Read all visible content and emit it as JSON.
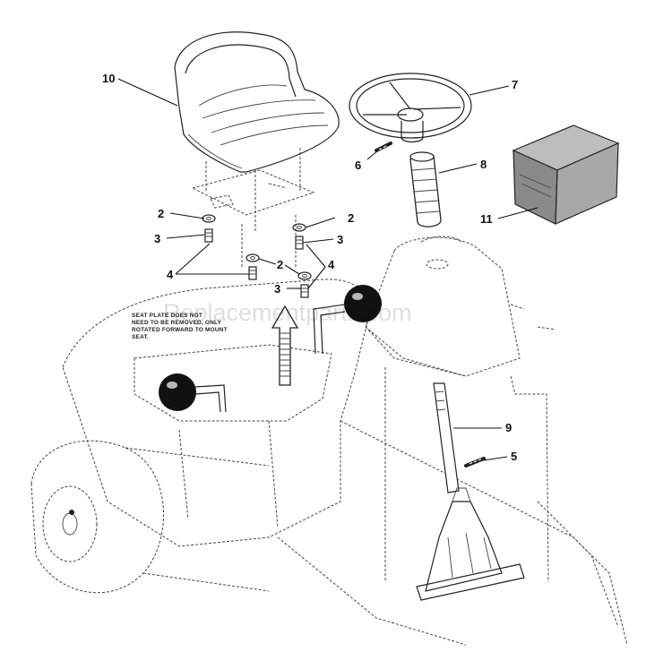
{
  "callouts": {
    "c10": "10",
    "c7": "7",
    "c6": "6",
    "c8": "8",
    "c11": "11",
    "c2a": "2",
    "c2b": "2",
    "c2c": "2",
    "c3a": "3",
    "c3b": "3",
    "c3c": "3",
    "c4a": "4",
    "c4b": "4",
    "c9": "9",
    "c5": "5"
  },
  "note": {
    "line1": "SEAT PLATE DOES NOT",
    "line2": "NEED TO BE REMOVED, ONLY",
    "line3": "ROTATED FORWARD TO MOUNT",
    "line4": "SEAT."
  },
  "watermark": "Replacementparts.com"
}
